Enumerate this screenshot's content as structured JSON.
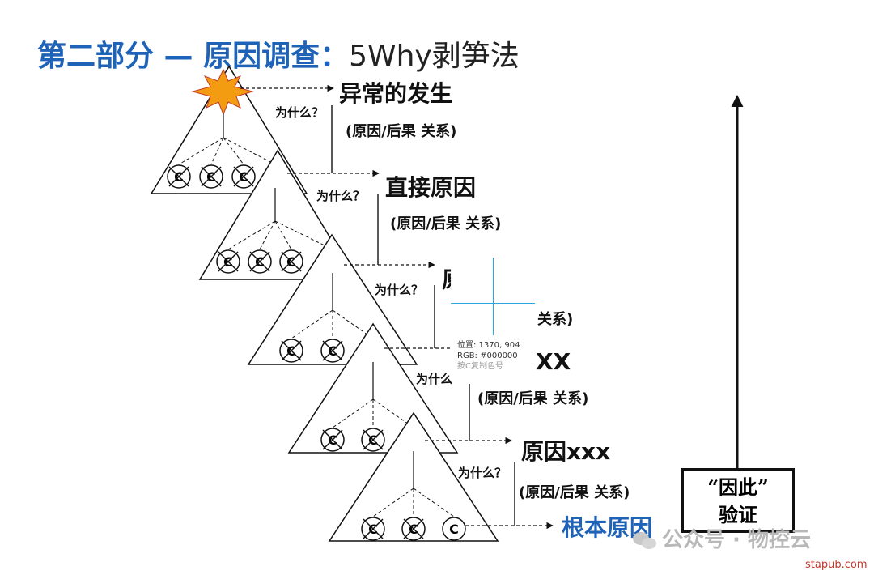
{
  "title": {
    "main": "第二部分 — 原因调查：",
    "method": "5Why剥笋法"
  },
  "why_label": "为什么？",
  "levels": [
    {
      "label": "异常的发生",
      "relation": "(原因/后果 关系)"
    },
    {
      "label": "直接原因",
      "relation": "(原因/后果 关系)"
    },
    {
      "label": "原",
      "relation": "关系)"
    },
    {
      "label": "XX",
      "relation": "(原因/后果 关系)"
    },
    {
      "label": "原因xxx",
      "relation": "(原因/后果 关系)"
    }
  ],
  "root_cause": "根本原因",
  "verify": {
    "line1": "“因此”",
    "line2": "验证"
  },
  "circle_letter": "C",
  "color_picker": {
    "position": "位置: 1370, 904",
    "rgb": "RGB: #000000",
    "hint": "按C复制色号"
  },
  "watermark": "公众号 · 物控云",
  "footer": "stapub.com",
  "colors": {
    "title_blue": "#1f63b8",
    "star": "#f39c12",
    "picker_line": "#2aa7e0"
  }
}
